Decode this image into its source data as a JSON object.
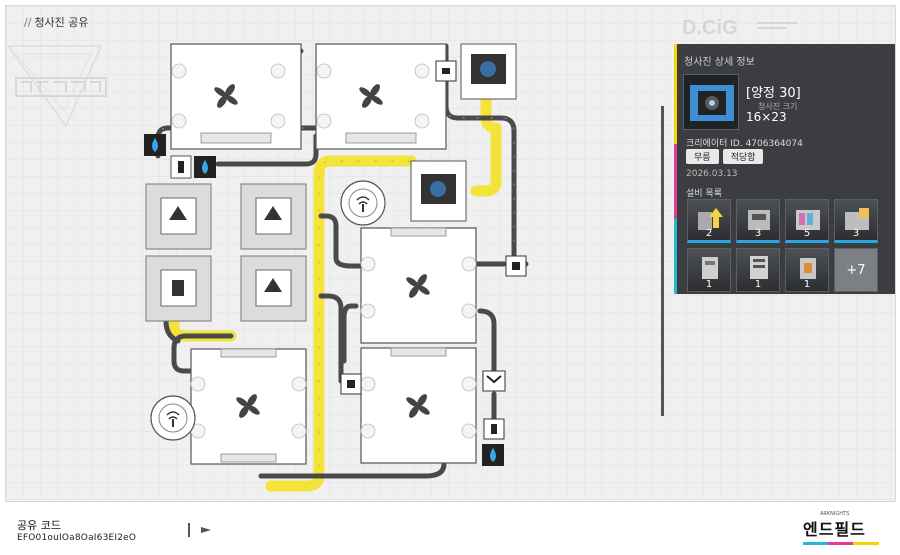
{
  "title_bar": {
    "slashes": "//",
    "title": "청사진 공유"
  },
  "deco_logo": {
    "text": "D.CiG"
  },
  "info_panel": {
    "header": "청사진 상세 정보",
    "blueprint_name": "[양정 30]",
    "size_label": "청사진 크기",
    "size_value": "16×23",
    "creator_id": "크리에이터 ID. 4706364074",
    "tags": [
      "무릉",
      "적당함"
    ],
    "date": "2026.03.13",
    "equipment_title": "설비 목록",
    "equipment": [
      {
        "icon": "upgrade-machine-icon",
        "count": "2"
      },
      {
        "icon": "crusher-machine-icon",
        "count": "3"
      },
      {
        "icon": "refinery-machine-icon",
        "count": "5"
      },
      {
        "icon": "packer-machine-icon",
        "count": "3"
      },
      {
        "icon": "pylon-machine-icon",
        "count": "1"
      },
      {
        "icon": "tower-machine-icon",
        "count": "1"
      },
      {
        "icon": "furnace-machine-icon",
        "count": "1"
      }
    ],
    "more_label": "+7",
    "accent_colors": {
      "yellow": "#f5d400",
      "magenta": "#e23b9b",
      "cyan": "#27b6d8"
    }
  },
  "bottom_bar": {
    "share_label": "공유 코드",
    "share_code": "EFO01ouIOa8OaI63EI2eO",
    "brand_name": "엔드필드",
    "brand_tiny": "ARKNIGHTS"
  }
}
